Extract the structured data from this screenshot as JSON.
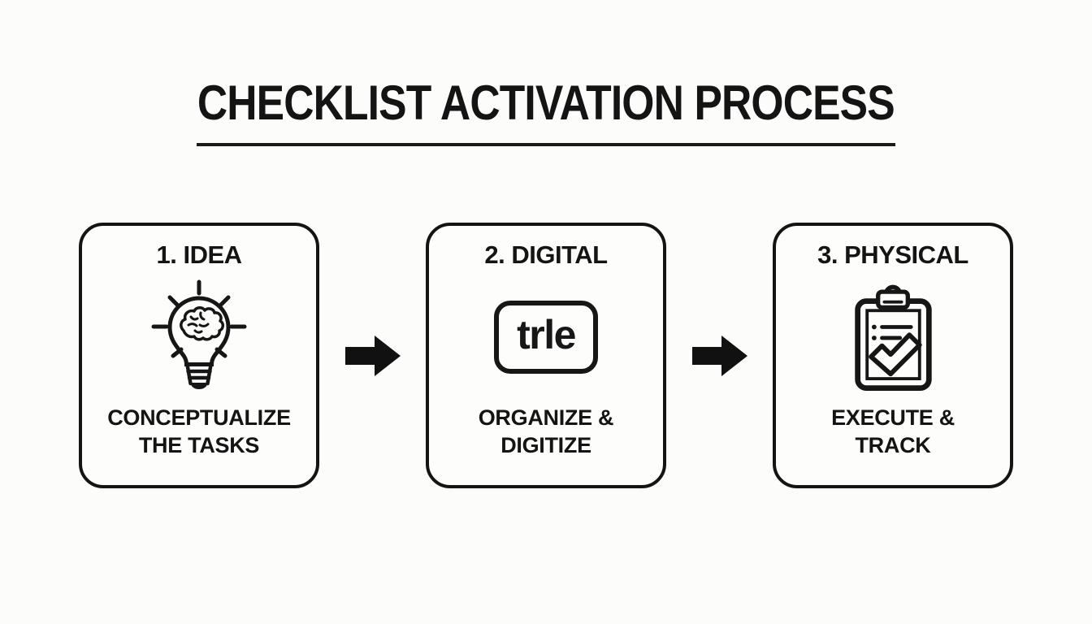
{
  "page": {
    "background": "#fcfcfa",
    "ink": "#161616"
  },
  "header": {
    "title": "CHECKLIST ACTIVATION PROCESS"
  },
  "steps": [
    {
      "number_label": "1. IDEA",
      "icon": "lightbulb-brain-icon",
      "caption": [
        "CONCEPTUALIZE",
        "THE TASKS"
      ]
    },
    {
      "number_label": "2. DIGITAL",
      "icon": "trello-logo-icon",
      "logo_text": "trle",
      "caption": [
        "ORGANIZE &",
        "DIGITIZE"
      ]
    },
    {
      "number_label": "3. PHYSICAL",
      "icon": "clipboard-check-icon",
      "caption": [
        "EXECUTE &",
        "TRACK"
      ]
    }
  ],
  "arrows": [
    {
      "icon": "right-arrow-icon"
    },
    {
      "icon": "right-arrow-icon"
    }
  ]
}
